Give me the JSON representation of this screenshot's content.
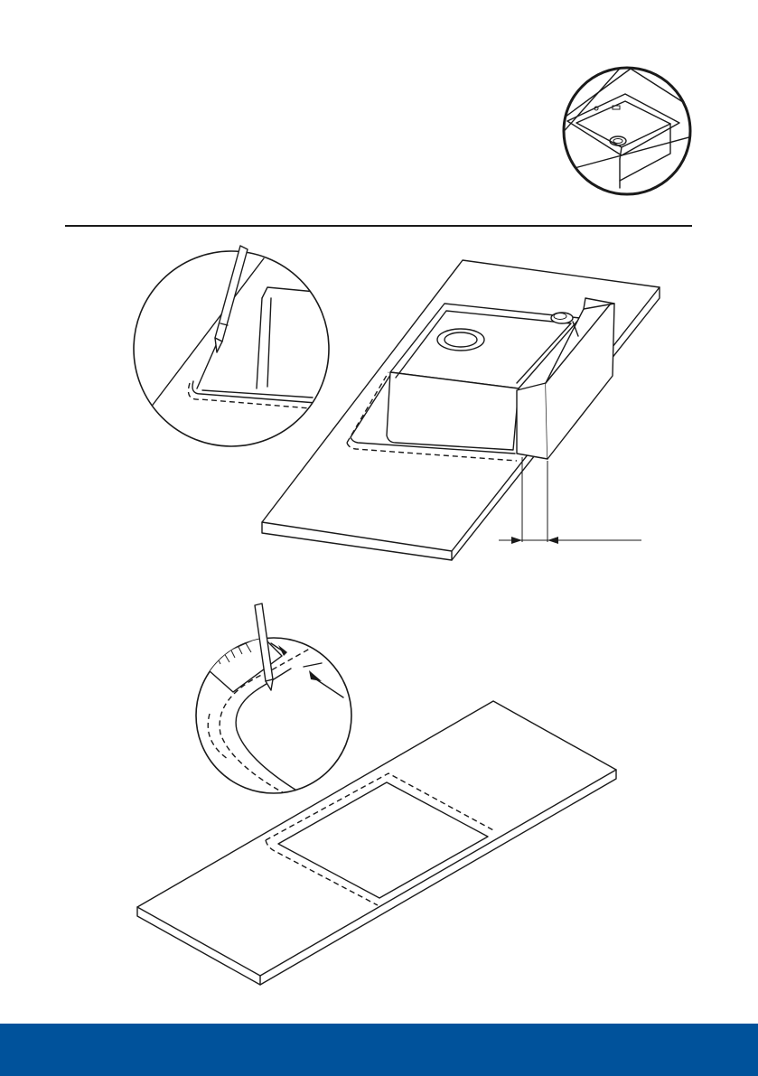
{
  "colors": {
    "footer_bar": "#00529b",
    "rule": "#1a1a1a",
    "line_art": "#1a1a1a",
    "background": "#ffffff"
  },
  "figures": [
    {
      "id": "product-overview",
      "icon": "sink-inset-icon"
    },
    {
      "id": "sink-placement",
      "icon": "sink-on-worktop-icon"
    },
    {
      "id": "cutout-marking",
      "icon": "worktop-cutout-icon"
    }
  ]
}
